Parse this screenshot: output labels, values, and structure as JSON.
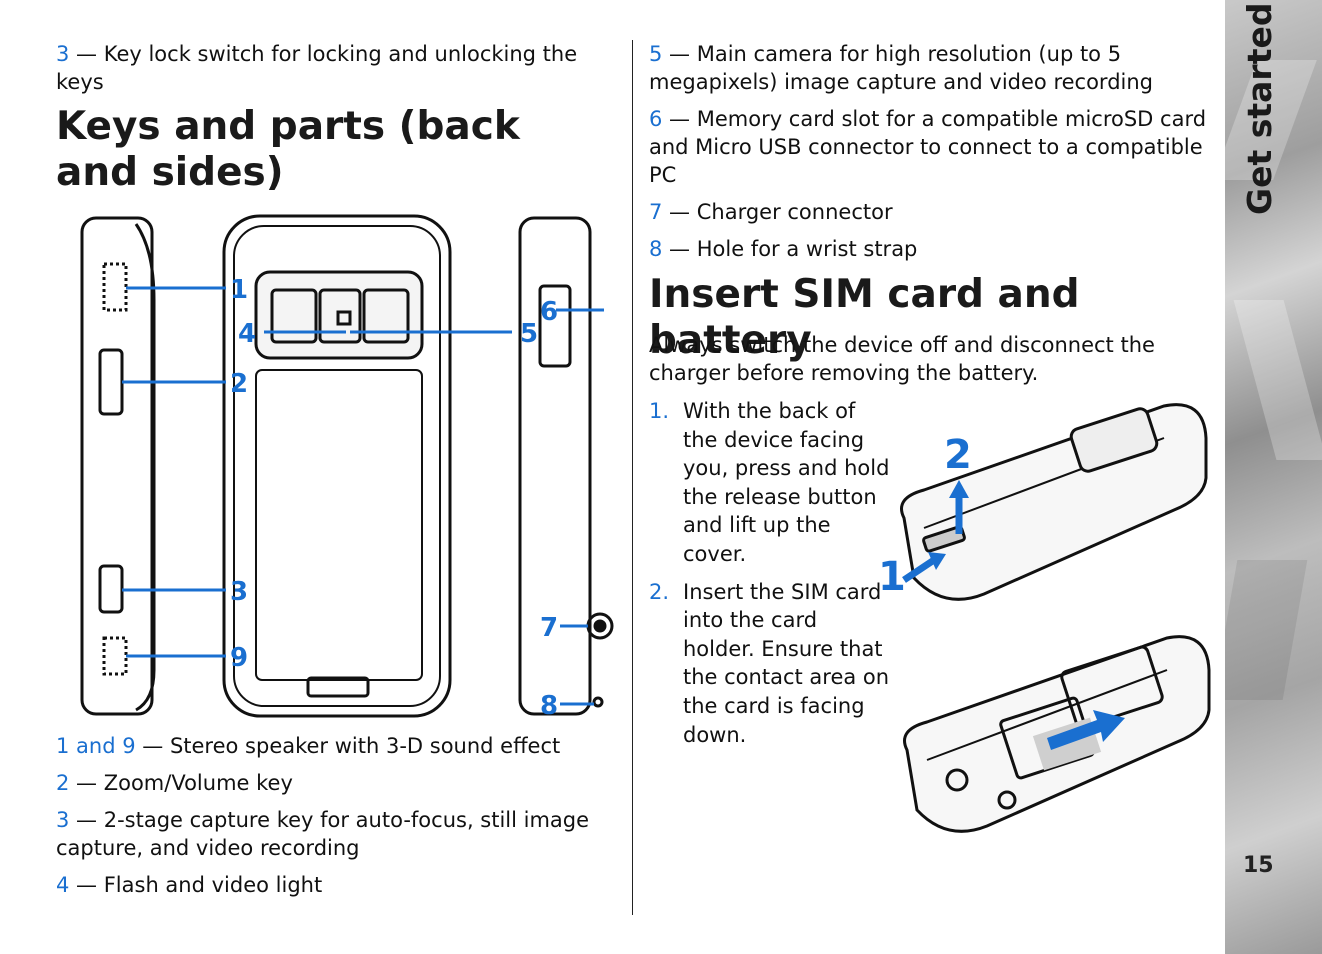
{
  "left": {
    "top_item": {
      "num": "3",
      "text": " — Key lock switch for locking and unlocking the keys"
    },
    "heading": "Keys and parts (back and sides)",
    "figure_labels": [
      "1",
      "2",
      "3",
      "4",
      "5",
      "6",
      "7",
      "8",
      "9"
    ],
    "items": [
      {
        "num": "1 and 9",
        "text": " — Stereo speaker with 3-D sound effect"
      },
      {
        "num": "2",
        "text": " — Zoom/Volume key"
      },
      {
        "num": "3",
        "text": " — 2-stage capture key for auto-focus, still image capture, and video recording"
      },
      {
        "num": "4",
        "text": " — Flash and video light"
      }
    ]
  },
  "right": {
    "items": [
      {
        "num": "5",
        "text": " — Main camera for high resolution (up to 5 megapixels) image capture and video recording"
      },
      {
        "num": "6",
        "text": " — Memory card slot for a compatible microSD card and Micro USB connector to connect to a compatible PC"
      },
      {
        "num": "7",
        "text": " — Charger connector"
      },
      {
        "num": "8",
        "text": " — Hole for a wrist strap"
      }
    ],
    "heading": "Insert SIM card and battery",
    "intro": "Always switch the device off and disconnect the charger before removing the battery.",
    "steps": [
      {
        "n": "1.",
        "text": "With the back of the device facing you, press and hold the release button and lift up the cover."
      },
      {
        "n": "2.",
        "text": "Insert the SIM card into the card holder. Ensure that the contact area on the card is facing down."
      }
    ],
    "illus_labels": [
      "2",
      "1"
    ]
  },
  "sidebar": {
    "section": "Get started",
    "page_number": "15"
  },
  "colors": {
    "accent": "#1a6fd0",
    "sidebar": "#a8a8a8"
  }
}
